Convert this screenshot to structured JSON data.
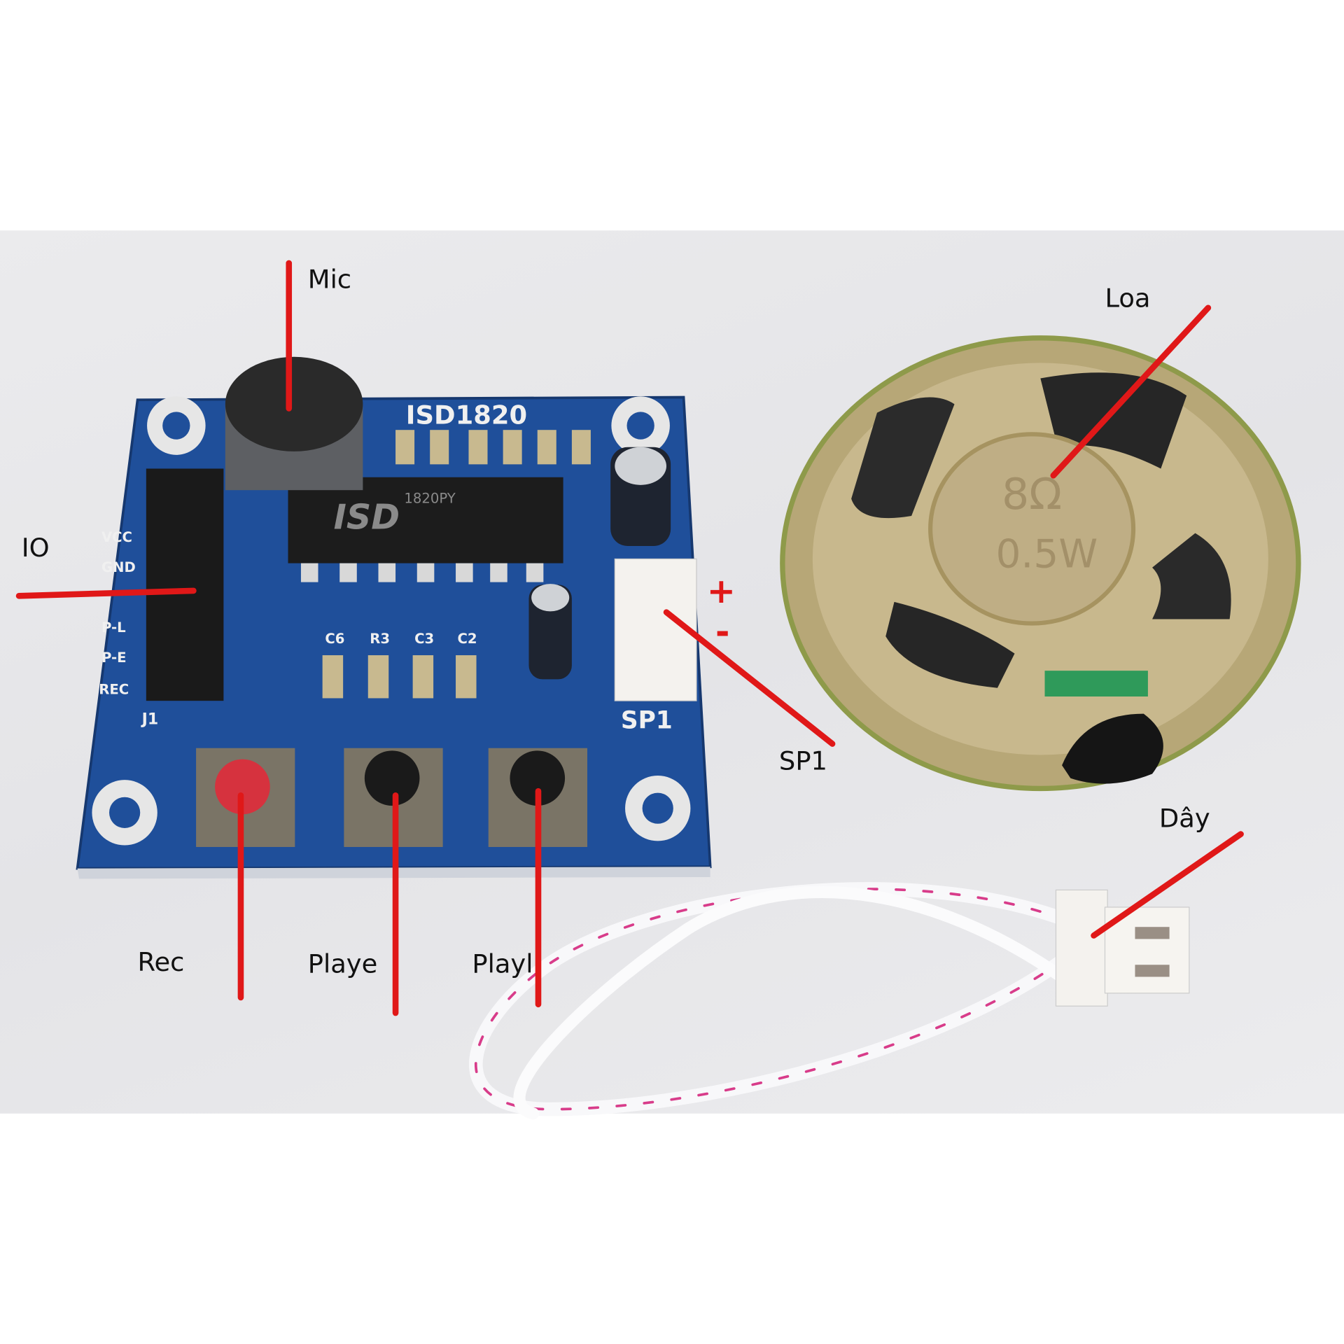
{
  "annotations": {
    "mic": "Mic",
    "io": "IO",
    "loa": "Loa",
    "sp1": "SP1",
    "rec": "Rec",
    "playe": "Playe",
    "playl": "Playl",
    "day": "Dây",
    "plus": "+",
    "minus": "-"
  },
  "board": {
    "title": "ISD1820",
    "chip_brand": "ISD",
    "chip_model": "1820PY",
    "connector": "SP1",
    "header": "J1",
    "components": [
      "C6",
      "R3",
      "C3",
      "C2"
    ],
    "pins": [
      "VCC",
      "GND",
      "P-L",
      "P-E",
      "REC"
    ]
  },
  "speaker": {
    "impedance": "8Ω",
    "power": "0.5W"
  },
  "colors": {
    "annotation_line": "#e01818",
    "board": "#1f4f9a",
    "background": "#e8e8ea"
  }
}
